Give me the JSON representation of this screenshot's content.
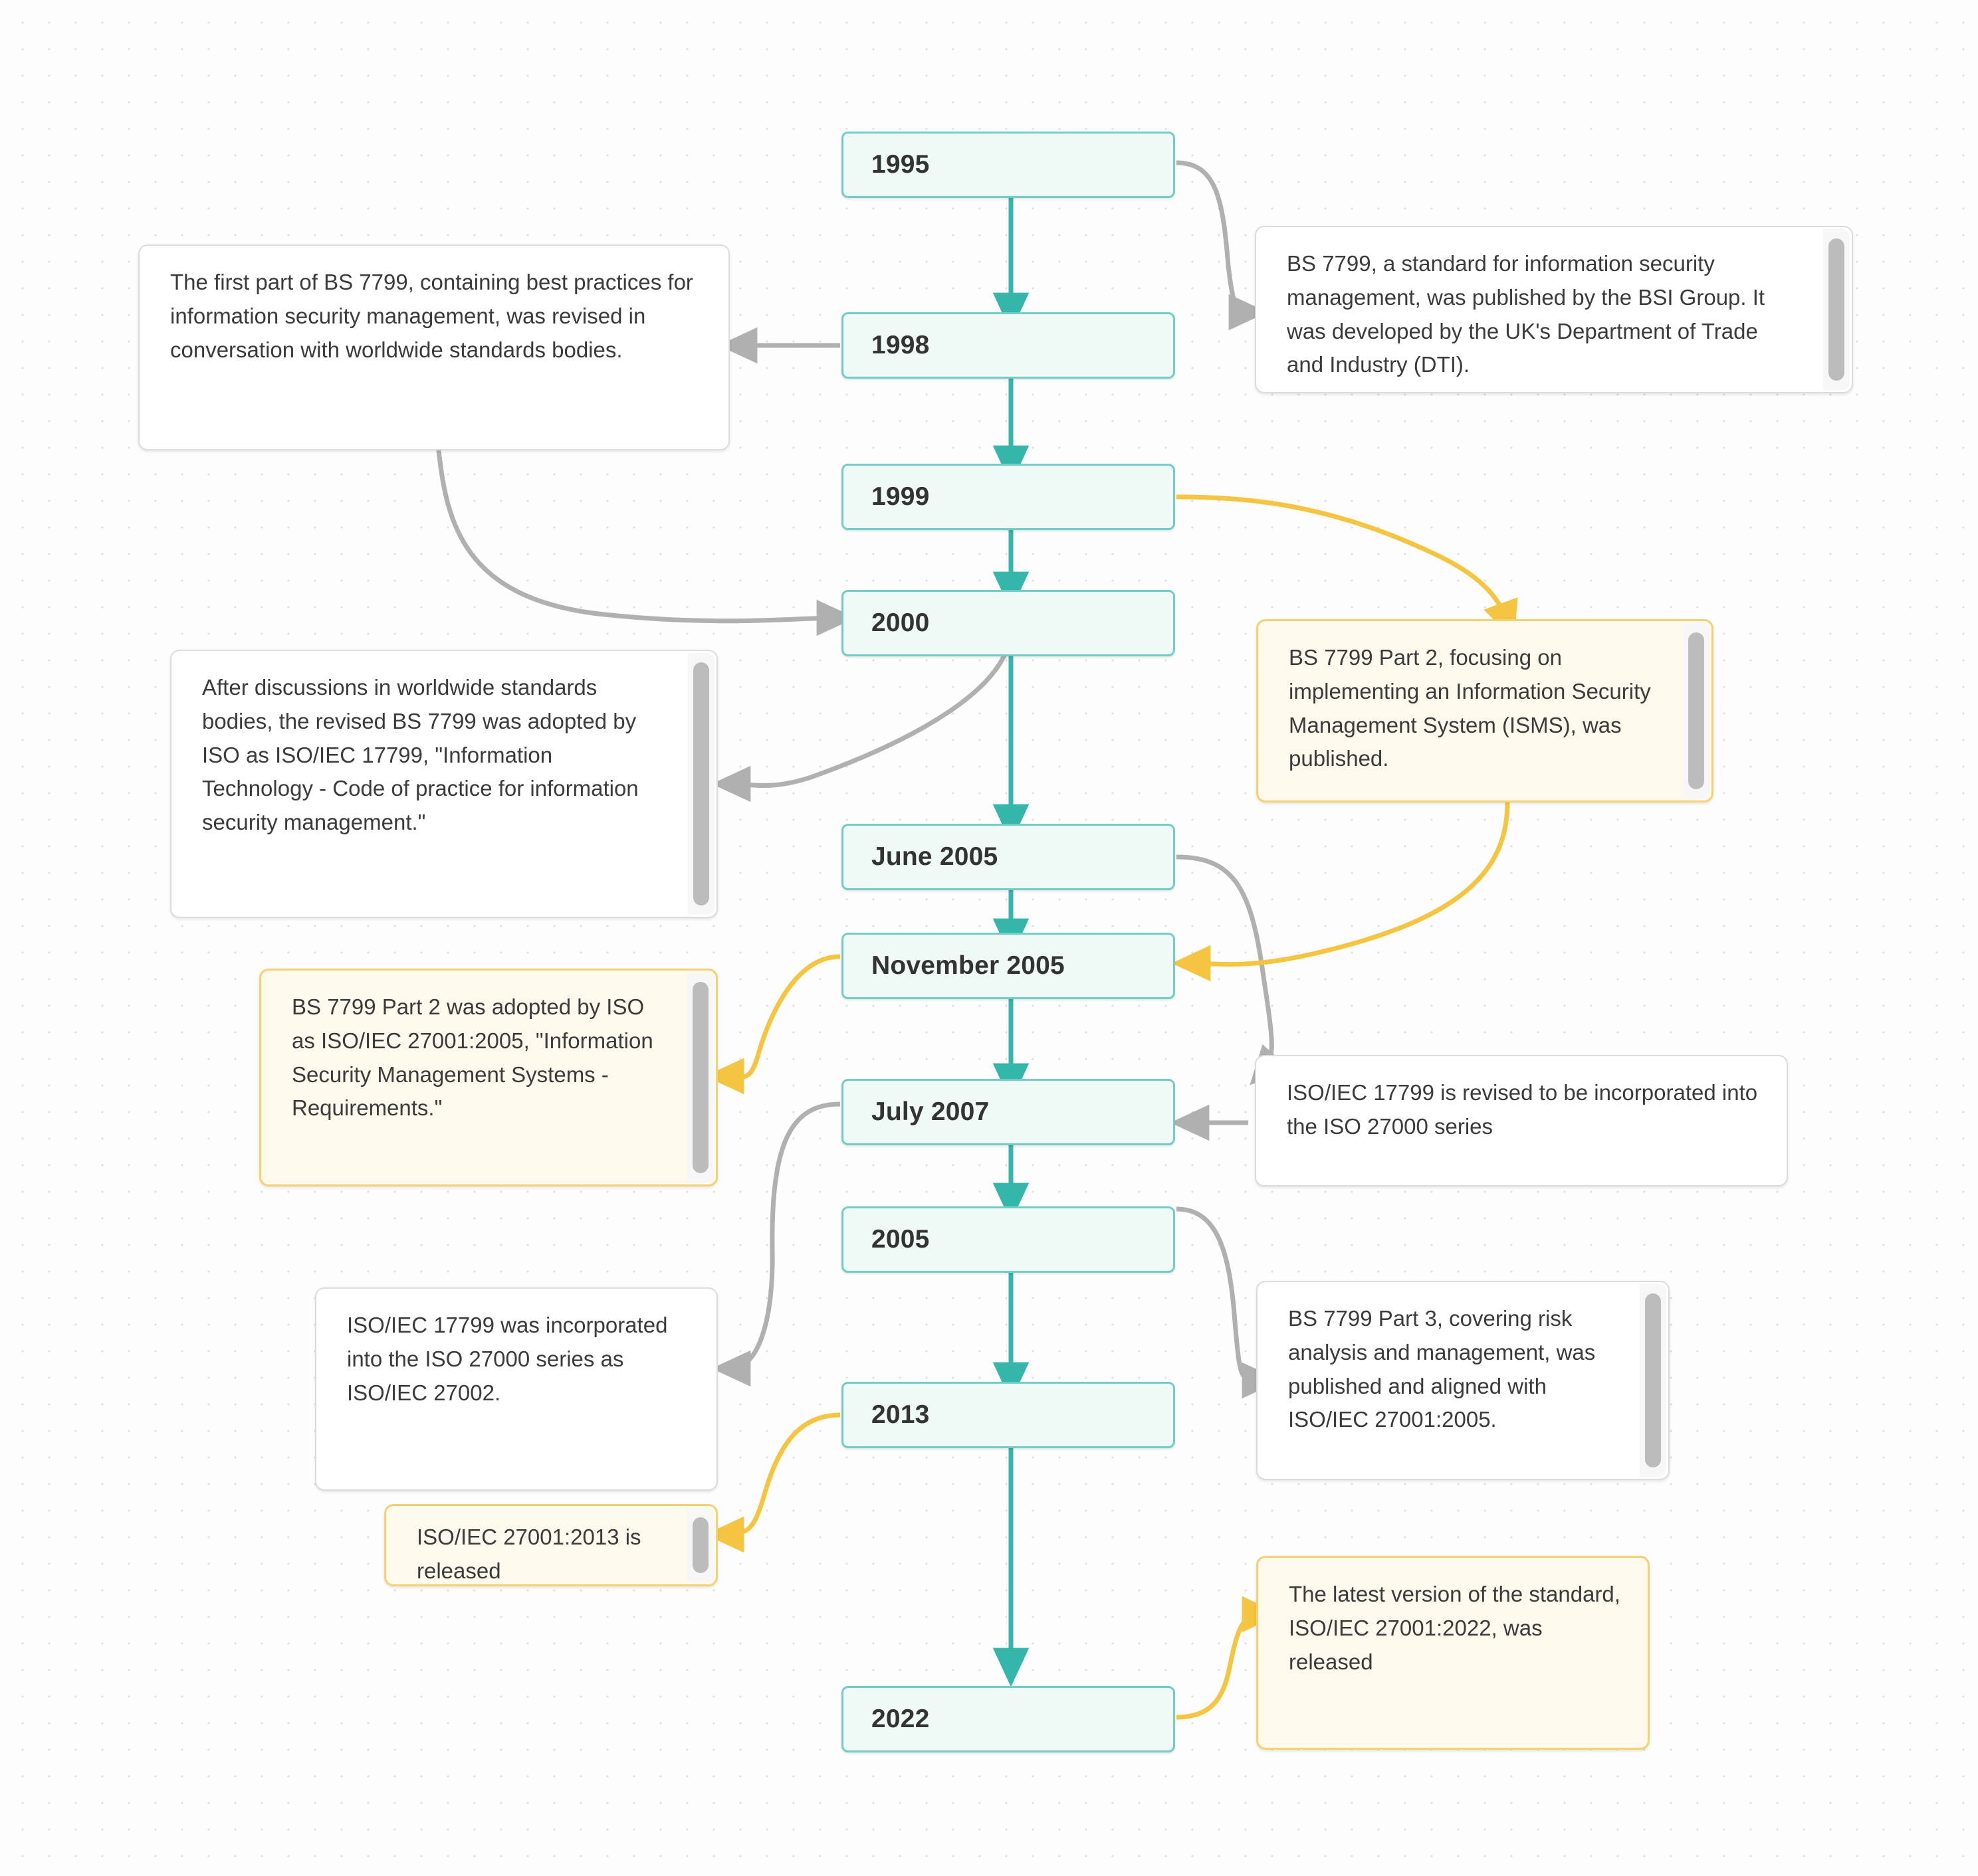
{
  "diagram": {
    "type": "timeline-flowchart",
    "title": "History of BS 7799 / ISO/IEC 27001",
    "colors": {
      "node_fill": "#effaf7",
      "node_border": "#73cdc6",
      "node_text": "#333333",
      "timeline_edge": "#35b6ab",
      "note_edge_gray": "#b0b0b0",
      "note_edge_yellow": "#f5c542",
      "note_fill": "#ffffff",
      "note_border": "#dcdcdc",
      "note_yellow_fill": "#fdf9ec",
      "note_yellow_border": "#f5d271",
      "canvas_background": "#fdfdfd",
      "grid_dot": "#dedede",
      "scrollbar_thumb": "#bcbcbc"
    }
  },
  "nodes": [
    {
      "id": "n1995",
      "label": "1995"
    },
    {
      "id": "n1998",
      "label": "1998"
    },
    {
      "id": "n1999",
      "label": "1999"
    },
    {
      "id": "n2000",
      "label": "2000"
    },
    {
      "id": "njun05",
      "label": "June 2005"
    },
    {
      "id": "nnov05",
      "label": "November 2005"
    },
    {
      "id": "njul07",
      "label": "July 2007"
    },
    {
      "id": "n2005",
      "label": "2005"
    },
    {
      "id": "n2013",
      "label": "2013"
    },
    {
      "id": "n2022",
      "label": "2022"
    }
  ],
  "notes": [
    {
      "id": "note-bs7799-published",
      "side": "right",
      "variant": "white",
      "scrollbar": true,
      "text": "BS 7799, a standard for information security management, was published by the BSI Group. It was developed by the UK's Department of Trade and Industry (DTI)."
    },
    {
      "id": "note-first-part-revised",
      "side": "left",
      "variant": "white",
      "scrollbar": false,
      "text": "The first part of BS 7799, containing best practices for information security management, was revised in conversation with worldwide standards bodies."
    },
    {
      "id": "note-bs7799-part2",
      "side": "right",
      "variant": "yellow",
      "scrollbar": true,
      "text": "BS 7799 Part 2, focusing on implementing an Information Security Management System (ISMS), was published."
    },
    {
      "id": "note-iso17799-adopted",
      "side": "left",
      "variant": "white",
      "scrollbar": true,
      "text": "After discussions in worldwide standards bodies, the revised BS 7799 was adopted by ISO as ISO/IEC 17799, \"Information Technology - Code of practice for information security management.\""
    },
    {
      "id": "note-part2-adopted-27001",
      "side": "left",
      "variant": "yellow",
      "scrollbar": true,
      "text": "BS 7799 Part 2 was adopted by ISO as ISO/IEC 27001:2005, \"Information Security Management Systems - Requirements.\""
    },
    {
      "id": "note-17799-revised-27000",
      "side": "right",
      "variant": "white",
      "scrollbar": false,
      "text": "ISO/IEC 17799 is revised to be incorporated into the ISO 27000 series"
    },
    {
      "id": "note-17799-to-27002",
      "side": "left",
      "variant": "white",
      "scrollbar": false,
      "text": "ISO/IEC 17799 was incorporated into the ISO 27000 series as ISO/IEC 27002."
    },
    {
      "id": "note-bs7799-part3",
      "side": "right",
      "variant": "white",
      "scrollbar": true,
      "text": "BS 7799 Part 3, covering risk analysis and management, was published and aligned with ISO/IEC 27001:2005."
    },
    {
      "id": "note-27001-2013-released",
      "side": "left",
      "variant": "yellow",
      "scrollbar": true,
      "text": "ISO/IEC 27001:2013 is released"
    },
    {
      "id": "note-27001-2022-released",
      "side": "right",
      "variant": "yellow",
      "scrollbar": false,
      "text": "The latest version of the standard, ISO/IEC 27001:2022, was released"
    }
  ]
}
